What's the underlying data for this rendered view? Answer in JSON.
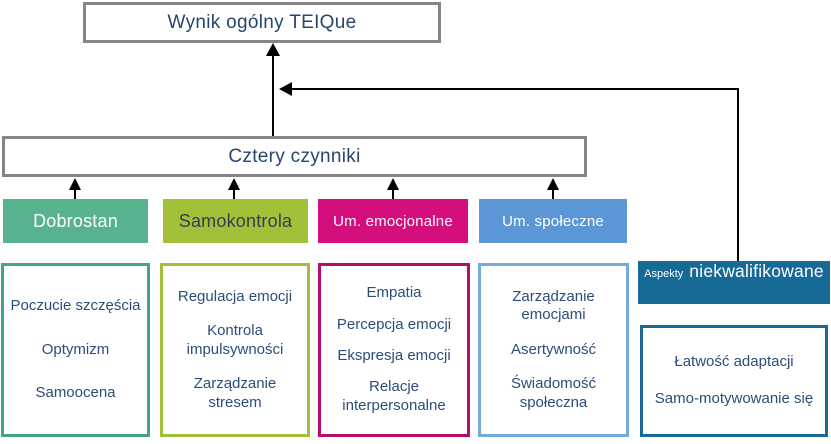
{
  "title_box": {
    "label": "Wynik ogólny TEIQue"
  },
  "factors_box": {
    "label": "Cztery czynniki"
  },
  "colors": {
    "box_outline_gray": "#858585",
    "navy_text": "#26466e",
    "wellbeing_green": "#57b28e",
    "self_control_olive": "#a3c138",
    "emotionality_magenta": "#d40e7c",
    "sociability_blue": "#5b96d7",
    "auxiliary_teal": "#176a96",
    "connector_black": "#000000"
  },
  "factors": [
    {
      "label": "Dobrostan",
      "facets": [
        "Poczucie szczęścia",
        "Optymizm",
        "Samoocena"
      ]
    },
    {
      "label": "Samokontrola",
      "facets": [
        "Regulacja emocji",
        "Kontrola impulsywności",
        "Zarządzanie stresem"
      ]
    },
    {
      "label": "Um. emocjonalne",
      "facets": [
        "Empatia",
        "Percepcja emocji",
        "Ekspresja emocji",
        "Relacje interpersonalne"
      ]
    },
    {
      "label": "Um. społeczne",
      "facets": [
        "Zarządzanie emocjami",
        "Asertywność",
        "Świadomość społeczna"
      ]
    }
  ],
  "auxiliary": {
    "prefix": "Aspekty",
    "label": "niekwalifikowane",
    "facets": [
      "Łatwość adaptacji",
      "Samo-motywowanie się"
    ]
  }
}
